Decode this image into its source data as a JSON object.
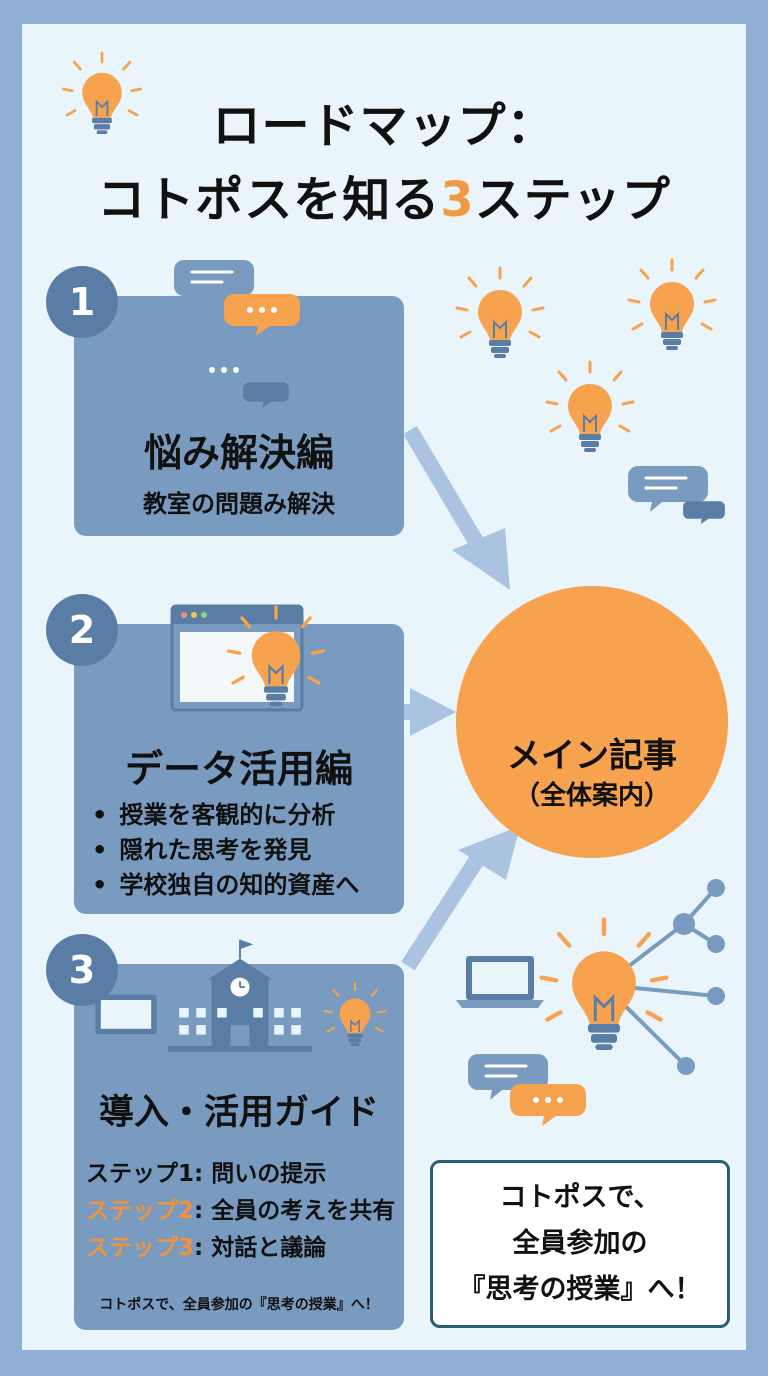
{
  "title": {
    "line1": "ロードマップ：",
    "line2_pre": "コトポスを知る",
    "line2_num": "3",
    "line2_post": "ステップ"
  },
  "colors": {
    "orange": "#f6a24e",
    "blue_dark": "#5a7da6",
    "blue_card": "#7a9bc0",
    "arrow": "#a9c3e0",
    "bg": "#e9f5fa"
  },
  "steps": [
    {
      "number": "1",
      "title": "悩み解決編",
      "subtitle": "教室の問題み解決"
    },
    {
      "number": "2",
      "title": "データ活用編",
      "bullets": [
        "授業を客観的に分析",
        "隠れた思考を発見",
        "学校独自の知的資産へ"
      ]
    },
    {
      "number": "3",
      "title": "導入・活用ガイド",
      "guide": [
        {
          "label": "ステップ1",
          "text": ": 問いの提示"
        },
        {
          "label": "ステップ2",
          "text": ": 全員の考えを共有"
        },
        {
          "label": "ステップ3",
          "text": ": 対話と議論"
        }
      ],
      "footer": "コトポスで、全員参加の『思考の授業』へ！"
    }
  ],
  "main": {
    "title": "メイン記事",
    "subtitle": "（全体案内）"
  },
  "cta": {
    "line1": "コトポスで、",
    "line2": "全員参加の",
    "line3": "『思考の授業』へ！"
  },
  "icons": [
    "lightbulb-icon",
    "speech-bubble-icon",
    "browser-window-icon",
    "school-building-icon",
    "laptop-icon",
    "network-icon"
  ]
}
